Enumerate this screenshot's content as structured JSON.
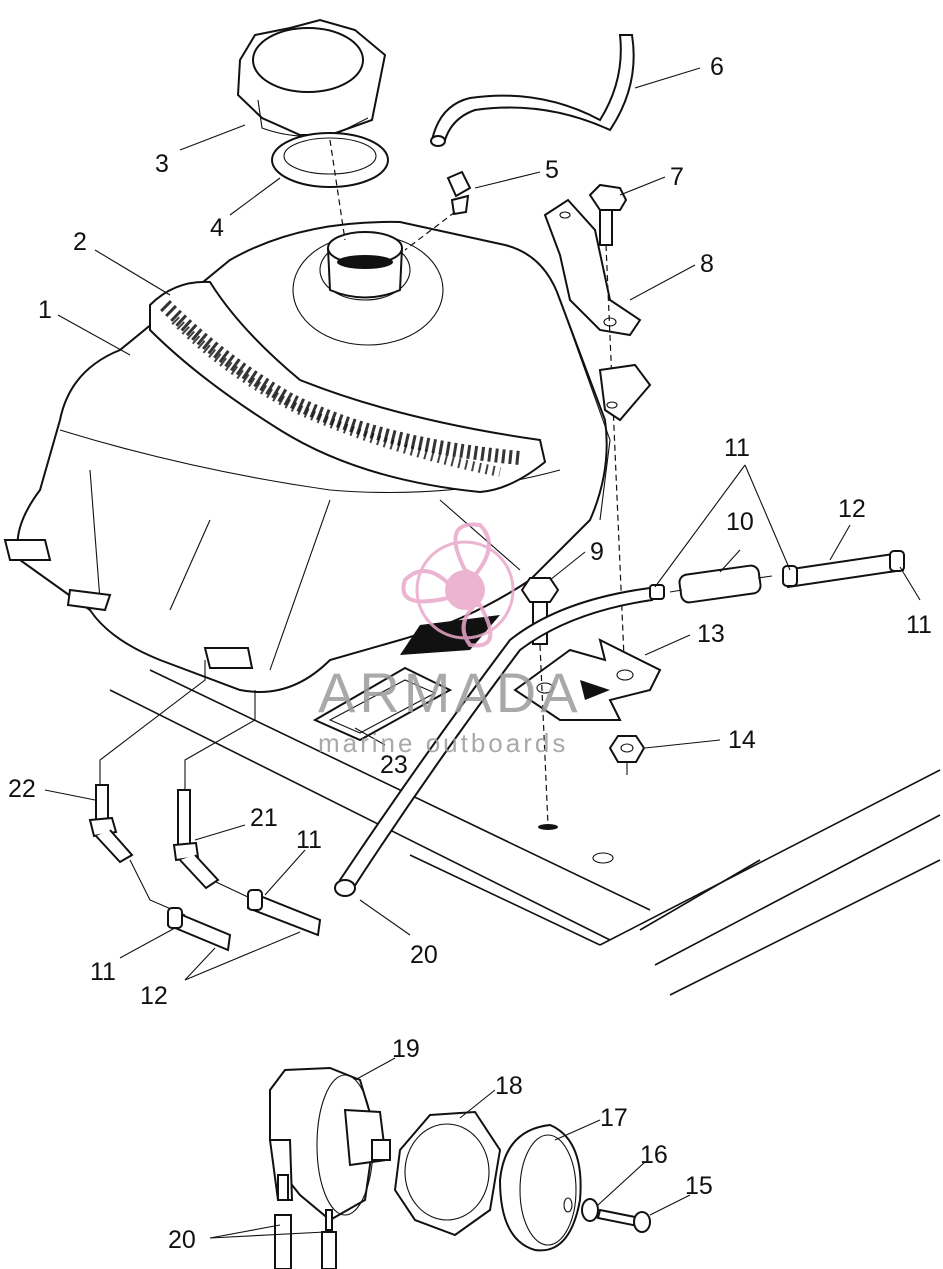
{
  "callouts": {
    "c1": "1",
    "c2": "2",
    "c3": "3",
    "c4": "4",
    "c5": "5",
    "c6": "6",
    "c7": "7",
    "c8": "8",
    "c9": "9",
    "c10": "10",
    "c11a": "11",
    "c11b": "11",
    "c11c": "11",
    "c11d": "11",
    "c12a": "12",
    "c12b": "12",
    "c13": "13",
    "c14": "14",
    "c15": "15",
    "c16": "16",
    "c17": "17",
    "c18": "18",
    "c19": "19",
    "c20a": "20",
    "c20b": "20",
    "c21": "21",
    "c22": "22",
    "c23": "23"
  },
  "watermark": {
    "brand": "ARMADA",
    "tagline": "marine outboards",
    "logo_color": "#e9a7c9",
    "text_color": "#9b9b9b"
  },
  "colors": {
    "line": "#111111",
    "background": "#ffffff"
  }
}
